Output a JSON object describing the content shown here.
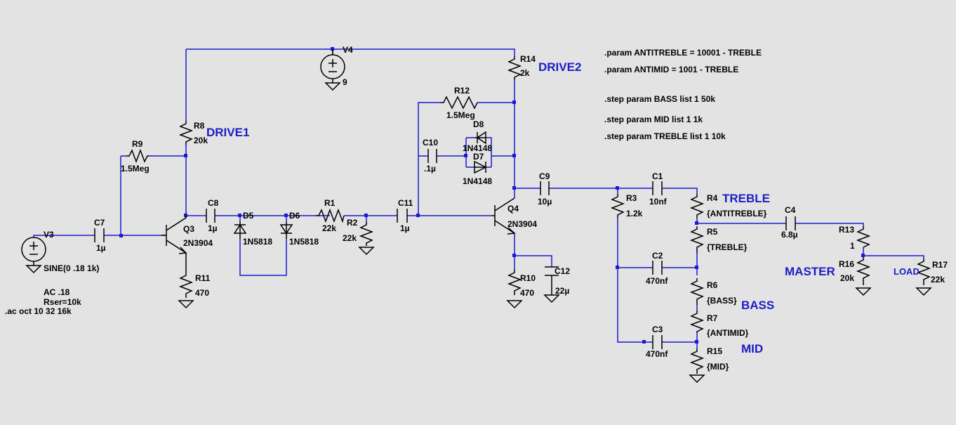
{
  "components": {
    "V3": {
      "name": "V3",
      "value": "SINE(0 .18 1k)",
      "ac": "AC .18",
      "rser": "Rser=10k"
    },
    "V4": {
      "name": "V4",
      "value": "9"
    },
    "C7": {
      "name": "C7",
      "value": "1µ"
    },
    "C8": {
      "name": "C8",
      "value": "1µ"
    },
    "C9": {
      "name": "C9",
      "value": "10µ"
    },
    "C10": {
      "name": "C10",
      "value": ".1µ"
    },
    "C11": {
      "name": "C11",
      "value": "1µ"
    },
    "C12": {
      "name": "C12",
      "value": "22µ"
    },
    "C1": {
      "name": "C1",
      "value": "10nf"
    },
    "C2": {
      "name": "C2",
      "value": "470nf"
    },
    "C3": {
      "name": "C3",
      "value": "470nf"
    },
    "C4": {
      "name": "C4",
      "value": "6.8µ"
    },
    "R1": {
      "name": "R1",
      "value": "22k"
    },
    "R2": {
      "name": "R2",
      "value": "22k"
    },
    "R3": {
      "name": "R3",
      "value": "1.2k"
    },
    "R4": {
      "name": "R4",
      "value": "{ANTITREBLE}"
    },
    "R5": {
      "name": "R5",
      "value": "{TREBLE}"
    },
    "R6": {
      "name": "R6",
      "value": "{BASS}"
    },
    "R7": {
      "name": "R7",
      "value": "{ANTIMID}"
    },
    "R8": {
      "name": "R8",
      "value": "20k"
    },
    "R9": {
      "name": "R9",
      "value": "1.5Meg"
    },
    "R10": {
      "name": "R10",
      "value": "470"
    },
    "R11": {
      "name": "R11",
      "value": "470"
    },
    "R12": {
      "name": "R12",
      "value": "1.5Meg"
    },
    "R13": {
      "name": "R13",
      "value": "1"
    },
    "R14": {
      "name": "R14",
      "value": "2k"
    },
    "R15": {
      "name": "R15",
      "value": "{MID}"
    },
    "R16": {
      "name": "R16",
      "value": "20k"
    },
    "R17": {
      "name": "R17",
      "value": "22k"
    },
    "D5": {
      "name": "D5",
      "value": "1N5818"
    },
    "D6": {
      "name": "D6",
      "value": "1N5818"
    },
    "D7": {
      "name": "D7",
      "value": "1N4148"
    },
    "D8": {
      "name": "D8",
      "value": "1N4148"
    },
    "Q3": {
      "name": "Q3",
      "value": "2N3904"
    },
    "Q4": {
      "name": "Q4",
      "value": "2N3904"
    }
  },
  "labels": {
    "drive1": "DRIVE1",
    "drive2": "DRIVE2",
    "treble": "TREBLE",
    "bass": "BASS",
    "mid": "MID",
    "master": "MASTER",
    "load": "LOAD"
  },
  "directives": {
    "ac": ".ac oct 10 32 16k",
    "p1": ".param ANTITREBLE = 10001 - TREBLE",
    "p2": ".param ANTIMID = 1001 - TREBLE",
    "s1": ".step param BASS list 1 50k",
    "s2": ".step param MID list 1 1k",
    "s3": ".step param TREBLE list 1 10k"
  }
}
